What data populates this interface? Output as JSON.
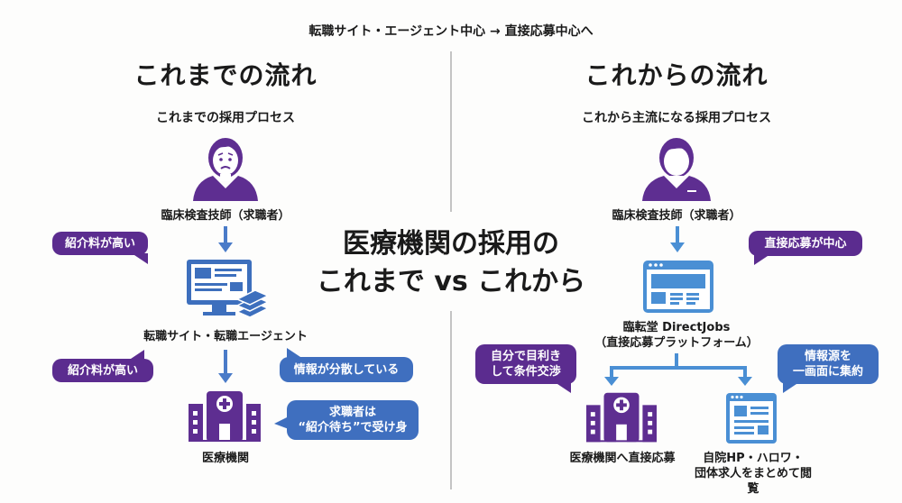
{
  "header": {
    "caption": "転職サイト・エージェント中心 → 直接応募中心へ"
  },
  "center_title": {
    "line1": "医療機関の採用の",
    "line2": "これまで vs これから"
  },
  "colors": {
    "purple": "#5b2c8f",
    "blue": "#3f6fbf",
    "icon_purple": "#5e2e91",
    "icon_blue": "#3d6fbd",
    "platform_blue": "#4a8fd4",
    "divider": "#c4c4c4"
  },
  "left": {
    "title": "これまでの流れ",
    "subtitle": "これまでの採用プロセス",
    "person_label": "臨床検査技師（求職者）",
    "person_icon": "worried-person-icon",
    "middle_label": "転職サイト・転職エージェント",
    "middle_icon": "computer-with-documents-icon",
    "end_label": "医療機関",
    "end_icon": "hospital-icon",
    "bubbles": [
      {
        "text": "紹介料が高い",
        "color": "purple"
      },
      {
        "text": "紹介料が高い",
        "color": "purple"
      },
      {
        "text": "情報が分散している",
        "color": "blue"
      },
      {
        "line1": "求職者は",
        "line2": "“紹介待ち”で受け身",
        "color": "blue"
      }
    ]
  },
  "right": {
    "title": "これからの流れ",
    "subtitle": "これから主流になる採用プロセス",
    "person_label": "臨床検査技師（求職者）",
    "person_icon": "person-icon",
    "platform_label_1": "臨転堂 DirectJobs",
    "platform_label_2": "（直接応募プラットフォーム）",
    "platform_icon": "browser-window-icon",
    "branch_left_label": "医療機関へ直接応募",
    "branch_left_icon": "hospital-icon",
    "branch_right_label_1": "自院HP・ハロワ・",
    "branch_right_label_2": "団体求人をまとめて閲覧",
    "branch_right_icon": "web-page-icon",
    "bubbles": [
      {
        "text": "直接応募が中心",
        "color": "purple"
      },
      {
        "line1": "自分で目利き",
        "line2": "して条件交渉",
        "color": "purple"
      },
      {
        "line1": "情報源を",
        "line2": "一画面に集約",
        "color": "blue"
      }
    ]
  }
}
